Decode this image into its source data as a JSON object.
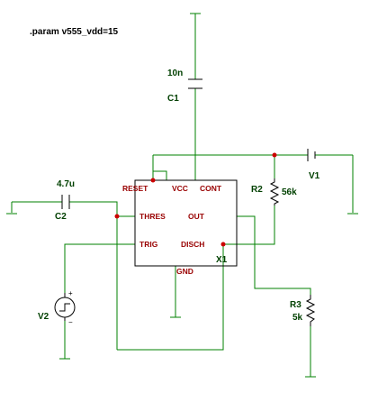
{
  "directive": ".param v555_vdd=15",
  "ic": {
    "ref": "X1",
    "pins": {
      "reset": "RESET",
      "vcc": "VCC",
      "cont": "CONT",
      "thres": "THRES",
      "out": "OUT",
      "trig": "TRIG",
      "disch": "DISCH",
      "gnd": "GND"
    }
  },
  "components": {
    "c1": {
      "ref": "C1",
      "value": "10n"
    },
    "c2": {
      "ref": "C2",
      "value": "4.7u"
    },
    "r2": {
      "ref": "R2",
      "value": "56k"
    },
    "r3": {
      "ref": "R3",
      "value": "5k"
    },
    "v1": {
      "ref": "V1"
    },
    "v2": {
      "ref": "V2",
      "plus": "+",
      "minus": "−"
    }
  }
}
